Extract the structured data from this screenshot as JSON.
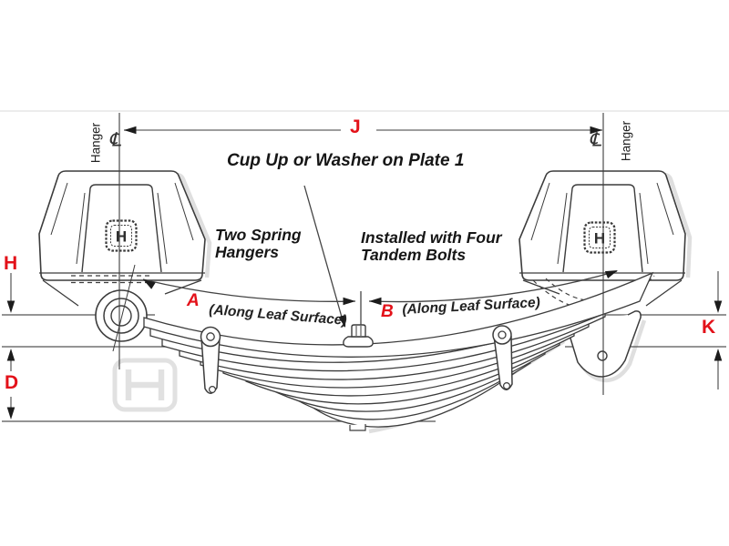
{
  "diagram": {
    "notes": {
      "cup": "Cup Up or Washer on Plate 1",
      "left_line1": "Two Spring",
      "left_line2": "Hangers",
      "right_line1": "Installed with Four",
      "right_line2": "Tandem Bolts"
    },
    "dims": {
      "J": "J",
      "H": "H",
      "D": "D",
      "K": "K",
      "A": "A",
      "B": "B",
      "along_left": "(Along Leaf Surface)",
      "along_right": "(Along Leaf Surface)"
    },
    "labels": {
      "hanger_left": "Hanger",
      "hanger_right": "Hanger",
      "centerline_left": "℄",
      "centerline_right": "℄",
      "logo": "H"
    },
    "colors": {
      "dim_red": "#e31119",
      "outline": "#3c3c3c",
      "dim_line": "#555555",
      "shadow": "#dcdcdc",
      "watermark": "#d8d8d8"
    }
  }
}
